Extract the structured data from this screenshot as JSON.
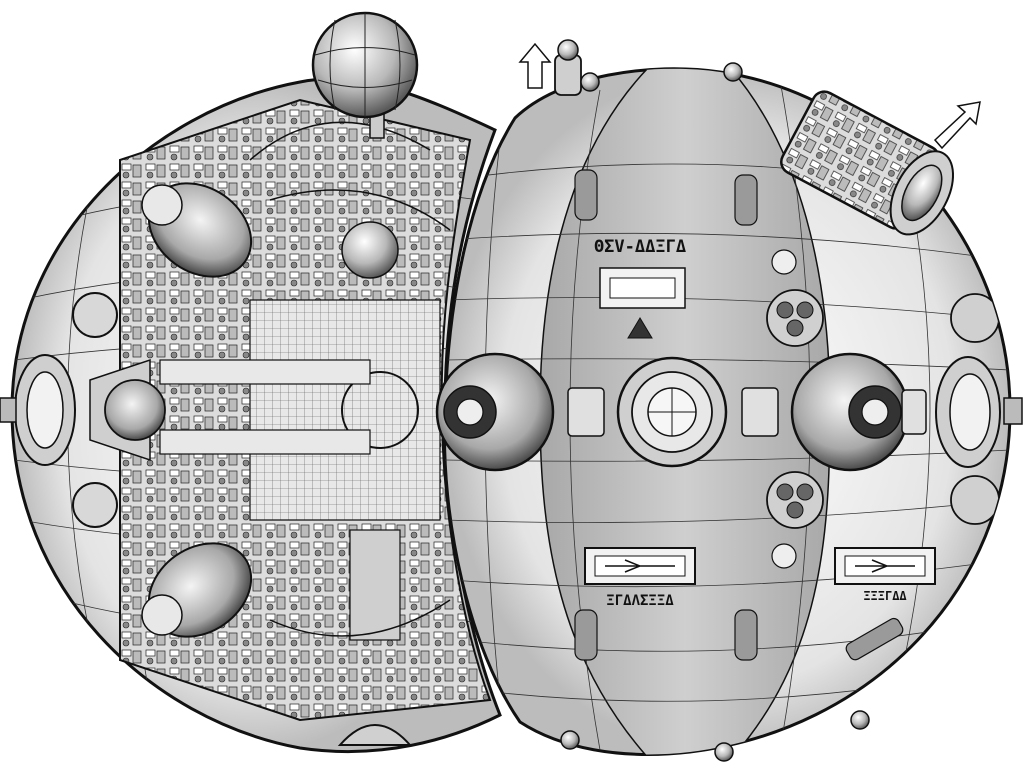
{
  "figure": {
    "description_label": "",
    "hull_markings": {
      "upper_registry": "ΘΣV-ΔΔΞΓΔ",
      "lower_registry": "ΞΓΔΛΣΞΞΔ",
      "right_lower_registry": "ΞΞΞΓΔΔ"
    }
  },
  "colors": {
    "hull_light": "#f2f2f2",
    "hull_mid": "#d0d0d0",
    "hull_dark": "#9a9a9a",
    "band": "#bdbdbd",
    "ink": "#111111"
  }
}
